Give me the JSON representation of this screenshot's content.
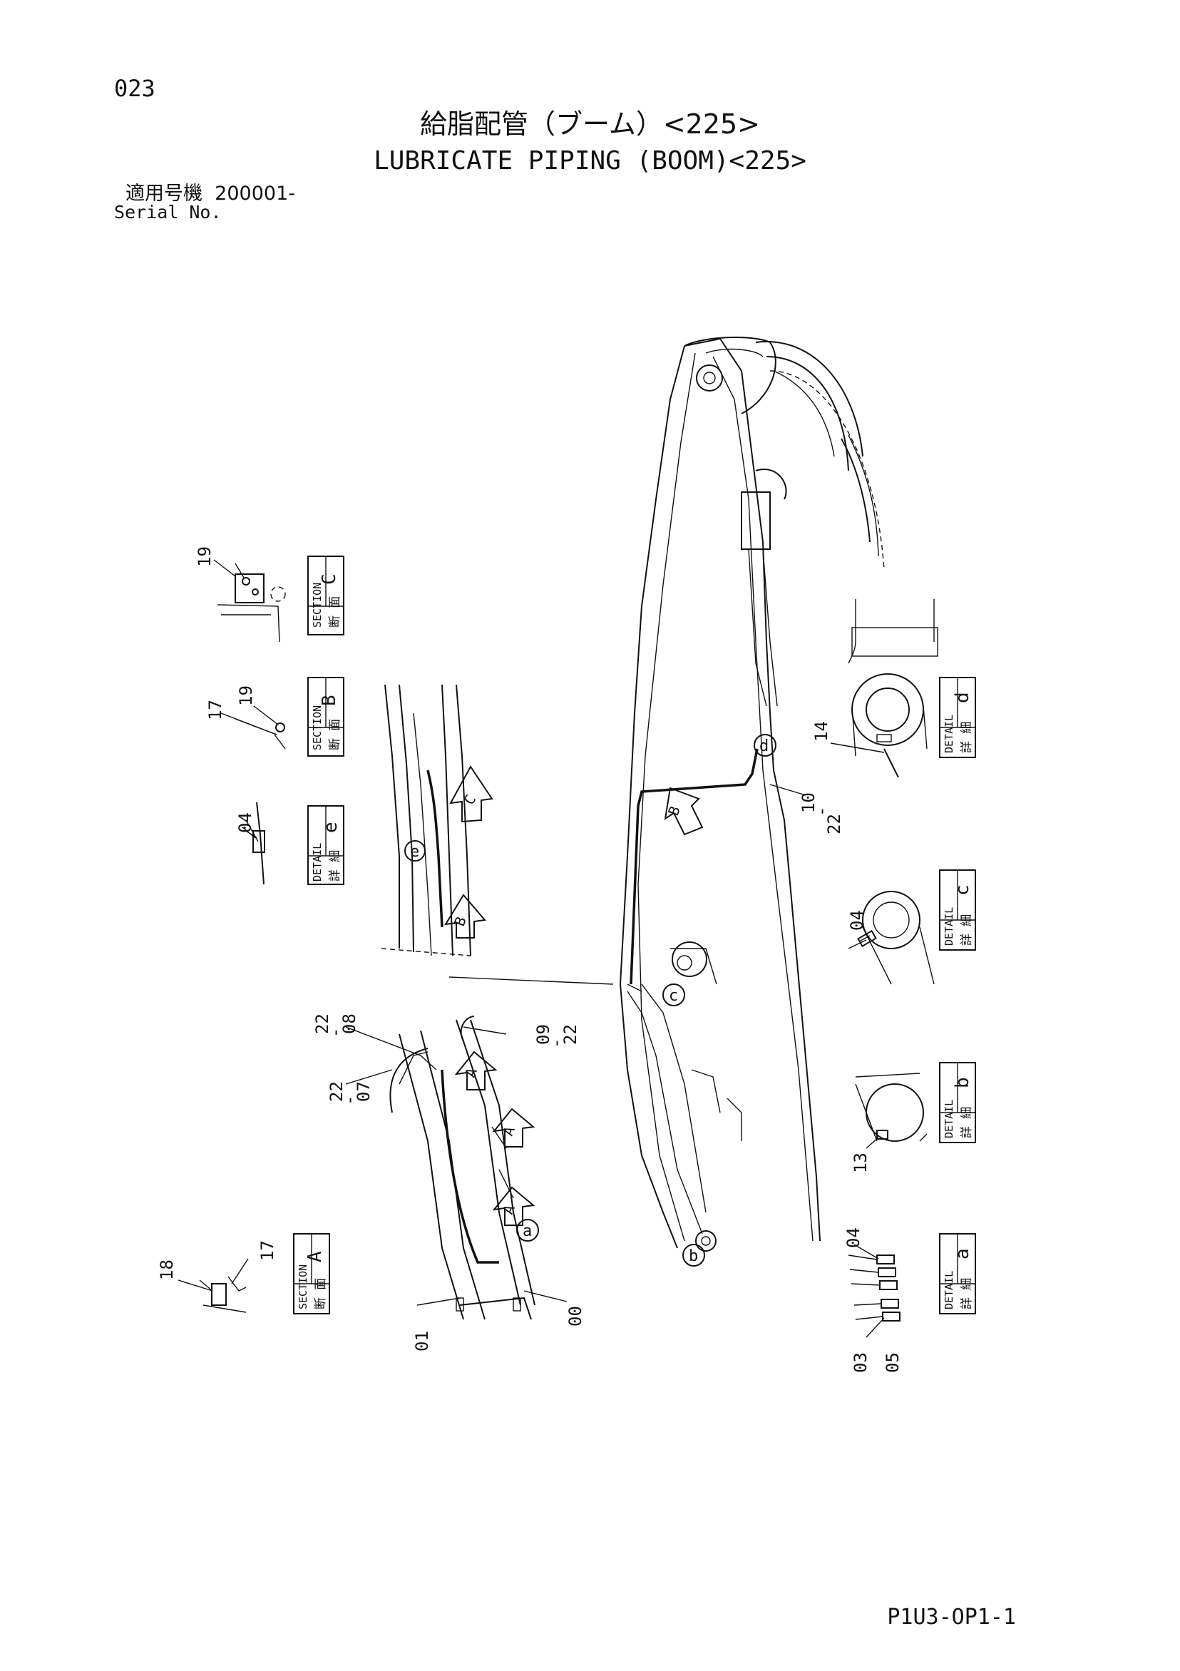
{
  "header": {
    "page_number": "023",
    "title_jp": "給脂配管（ブーム）<225>",
    "title_en": "LUBRICATE PIPING (BOOM)<225>",
    "serial_label_jp": "適用号機",
    "serial_value": "200001-",
    "serial_label_en": "Serial No."
  },
  "footer": {
    "page_code": "P1U3-OP1-1"
  },
  "views": {
    "section_c": {
      "jp": "断 面",
      "en": "SECTION",
      "letter": "C"
    },
    "section_b": {
      "jp": "断 面",
      "en": "SECTION",
      "letter": "B"
    },
    "section_a": {
      "jp": "断 面",
      "en": "SECTION",
      "letter": "A"
    },
    "detail_e": {
      "jp": "詳 細",
      "en": "DETAIL",
      "letter": "e"
    },
    "detail_d": {
      "jp": "詳 細",
      "en": "DETAIL",
      "letter": "d"
    },
    "detail_c": {
      "jp": "詳 細",
      "en": "DETAIL",
      "letter": "c"
    },
    "detail_b": {
      "jp": "詳 細",
      "en": "DETAIL",
      "letter": "b"
    },
    "detail_a": {
      "jp": "詳 細",
      "en": "DETAIL",
      "letter": "a"
    }
  },
  "callouts": {
    "n19_c": "19",
    "n17_b": "17",
    "n19_b": "19",
    "n04_e": "04",
    "n14": "14",
    "n10": "10",
    "n22_d": "22",
    "n04_c": "04",
    "n13": "13",
    "n04_a": "04",
    "n03": "03",
    "n05": "05",
    "n18": "18",
    "n17_a": "17",
    "n01": "01",
    "n00": "00",
    "n22_08": "22",
    "n08": "08",
    "n22_07": "22",
    "n07": "07",
    "n09": "09",
    "n22_09": "22",
    "dash": "-"
  },
  "markers": {
    "a": "a",
    "b": "b",
    "c": "c",
    "d": "d",
    "e": "e",
    "arrow_A": "A",
    "arrow_B": "B",
    "arrow_C": "C"
  }
}
